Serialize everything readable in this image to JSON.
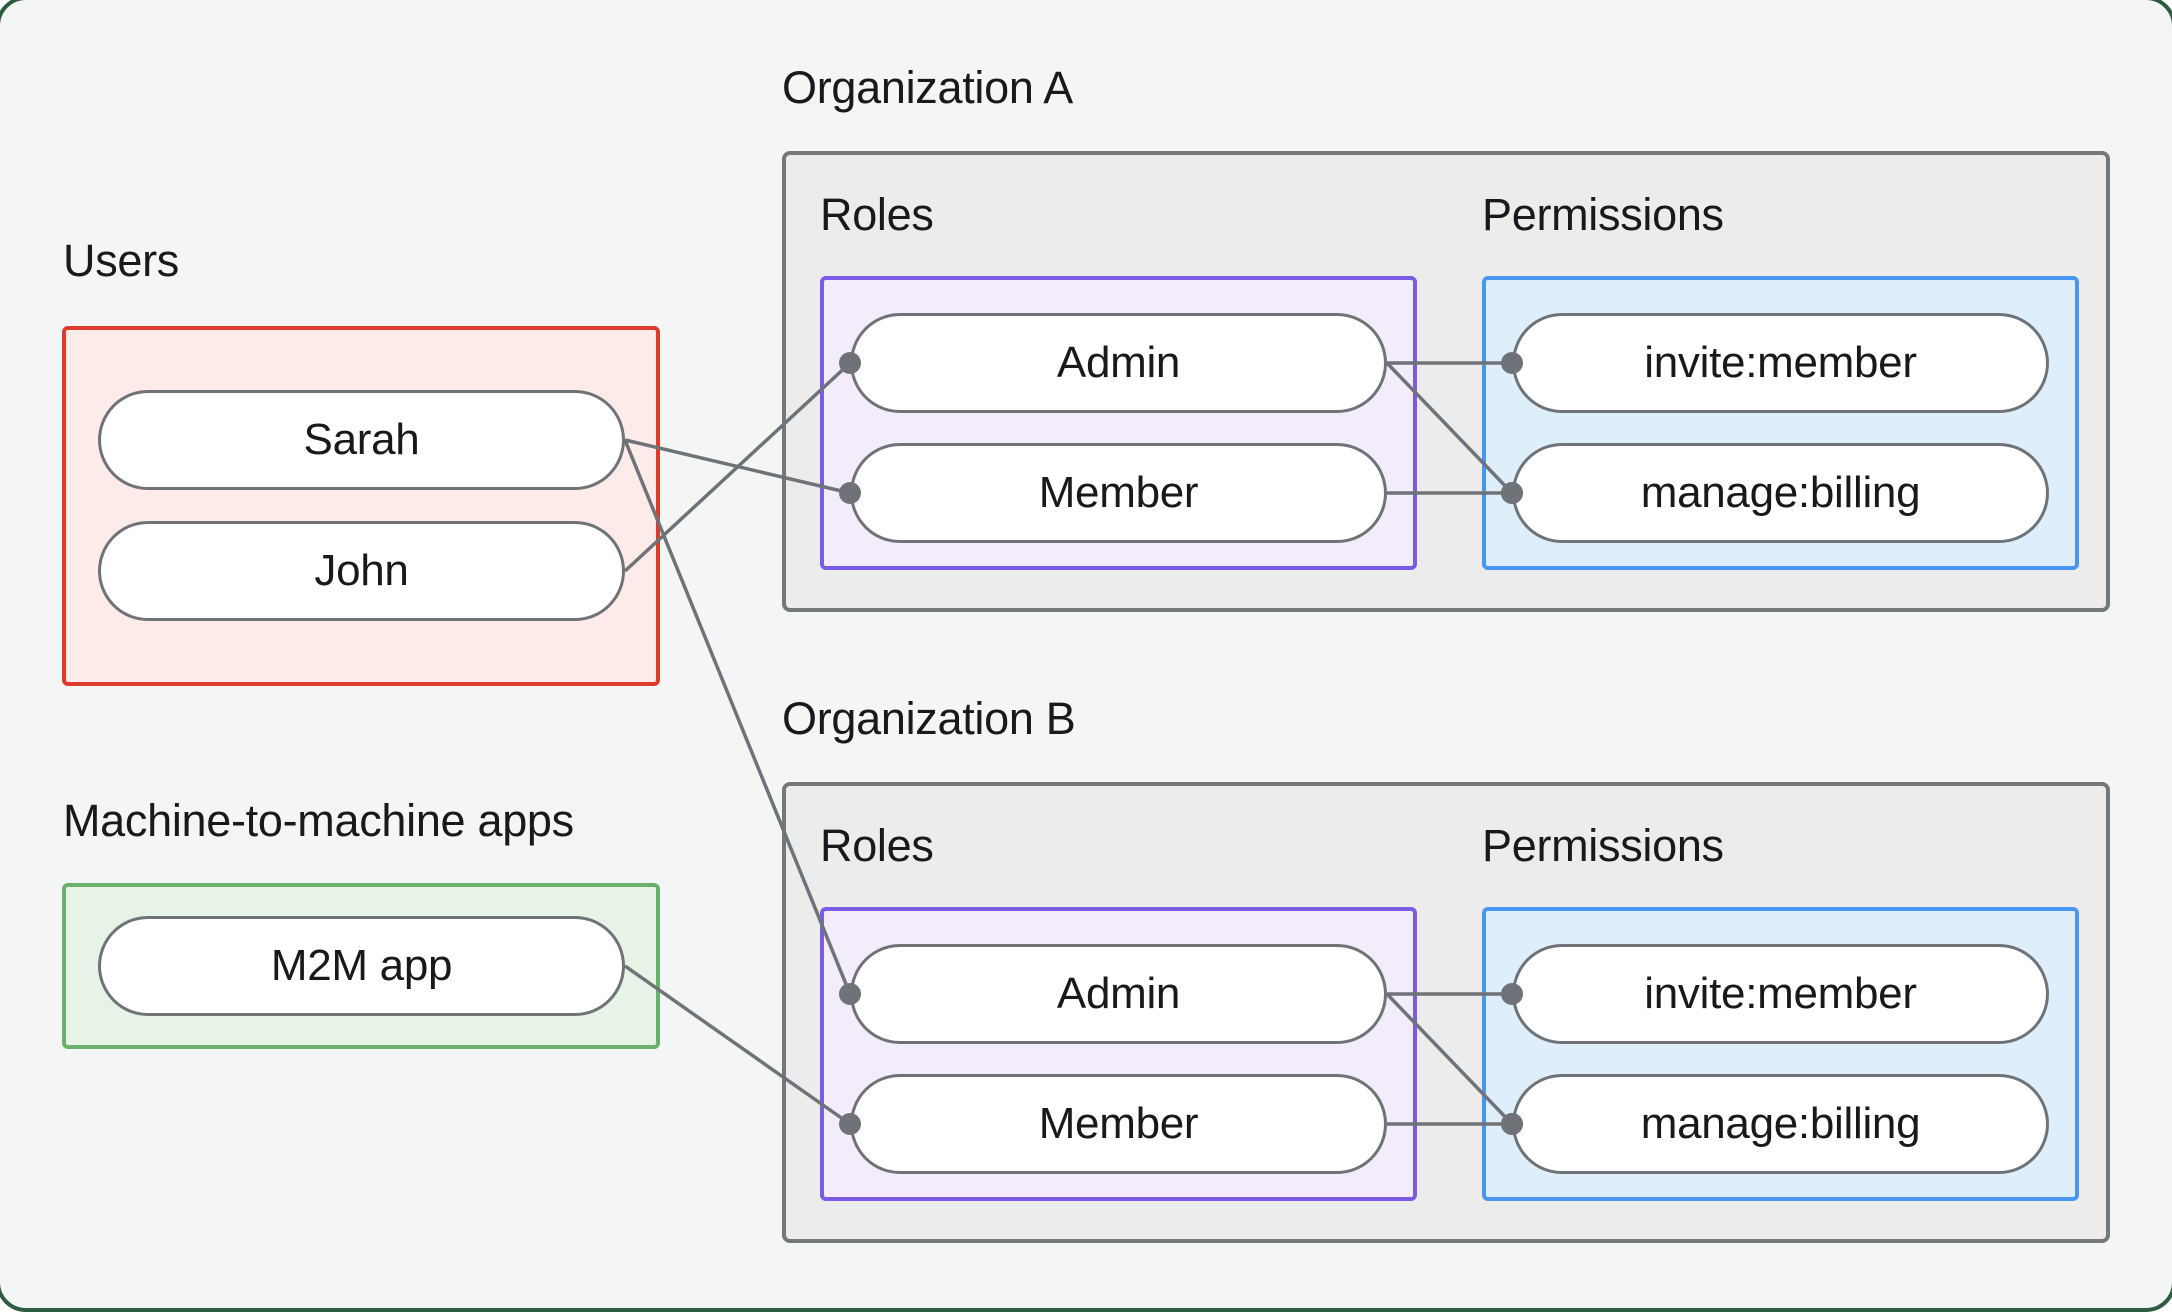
{
  "diagram": {
    "users_group": {
      "title": "Users",
      "items": [
        {
          "id": "sarah",
          "label": "Sarah"
        },
        {
          "id": "john",
          "label": "John"
        }
      ]
    },
    "m2m_group": {
      "title": "Machine-to-machine apps",
      "items": [
        {
          "id": "m2m",
          "label": "M2M app"
        }
      ]
    },
    "organizations": [
      {
        "title": "Organization A",
        "roles_label": "Roles",
        "permissions_label": "Permissions",
        "roles": [
          {
            "id": "orgA-admin",
            "label": "Admin"
          },
          {
            "id": "orgA-member",
            "label": "Member"
          }
        ],
        "permissions": [
          {
            "id": "orgA-invite",
            "label": "invite:member"
          },
          {
            "id": "orgA-manage",
            "label": "manage:billing"
          }
        ]
      },
      {
        "title": "Organization B",
        "roles_label": "Roles",
        "permissions_label": "Permissions",
        "roles": [
          {
            "id": "orgB-admin",
            "label": "Admin"
          },
          {
            "id": "orgB-member",
            "label": "Member"
          }
        ],
        "permissions": [
          {
            "id": "orgB-invite",
            "label": "invite:member"
          },
          {
            "id": "orgB-manage",
            "label": "manage:billing"
          }
        ]
      }
    ],
    "edges": [
      {
        "from": "sarah",
        "to": "orgA-member"
      },
      {
        "from": "john",
        "to": "orgA-admin"
      },
      {
        "from": "sarah",
        "to": "orgB-admin"
      },
      {
        "from": "m2m",
        "to": "orgB-member"
      },
      {
        "from": "orgA-admin",
        "to": "orgA-invite"
      },
      {
        "from": "orgA-admin",
        "to": "orgA-manage"
      },
      {
        "from": "orgA-member",
        "to": "orgA-manage"
      },
      {
        "from": "orgB-admin",
        "to": "orgB-invite"
      },
      {
        "from": "orgB-admin",
        "to": "orgB-manage"
      },
      {
        "from": "orgB-member",
        "to": "orgB-manage"
      }
    ],
    "colors": {
      "page_background": "#f4f6f5",
      "page_corner_border": "#2e5c41",
      "users_border": "#dc3b2d",
      "users_fill": "#fcebe9",
      "m2m_border": "#6aaf6c",
      "m2m_fill": "#e7f3e6",
      "org_border": "#74787b",
      "org_fill": "#ececed",
      "roles_border": "#7b5be6",
      "roles_fill": "#f2ecfb",
      "permissions_border": "#4896f2",
      "permissions_fill": "#dfeefb",
      "node_border": "#6f7377",
      "node_fill": "#ffffff",
      "edge": "#6f7377",
      "text": "#17191c"
    }
  }
}
